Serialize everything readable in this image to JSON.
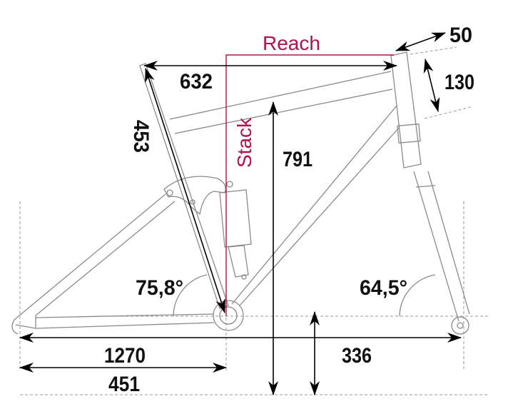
{
  "title": "Bike frame geometry",
  "colors": {
    "accent": "#b0124f",
    "frame": "#8a8a8a",
    "dimension": "#000000"
  },
  "labels": {
    "reach": "Reach",
    "stack": "Stack",
    "top_tube": "632",
    "seat_tube": "453",
    "stack_height": "791",
    "head_tube_offset": "50",
    "head_tube_length": "130",
    "seat_angle": "75,8°",
    "head_angle": "64,5°",
    "wheelbase": "1270",
    "chainstay": "451",
    "bb_height": "336"
  }
}
